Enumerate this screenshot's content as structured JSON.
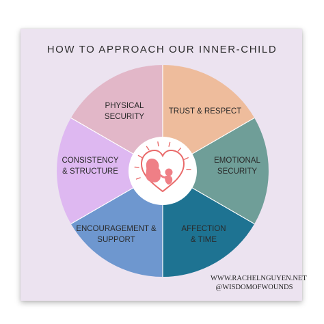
{
  "title": "HOW TO APPROACH OUR INNER-CHILD",
  "segments": [
    {
      "id": "physical-security",
      "lines": [
        "PHYSICAL",
        "SECURITY"
      ],
      "color": "#e2b7c8"
    },
    {
      "id": "trust-respect",
      "lines": [
        "TRUST & RESPECT"
      ],
      "color": "#eebc9c"
    },
    {
      "id": "emotional-security",
      "lines": [
        "EMOTIONAL",
        "SECURITY"
      ],
      "color": "#6f9e98"
    },
    {
      "id": "affection-time",
      "lines": [
        "AFFECTION",
        "& TIME"
      ],
      "color": "#1e7392"
    },
    {
      "id": "encouragement-support",
      "lines": [
        "ENCOURAGEMENT &",
        "SUPPORT"
      ],
      "color": "#6e97cf"
    },
    {
      "id": "consistency-structure",
      "lines": [
        "CONSISTENCY",
        "& STRUCTURE"
      ],
      "color": "#deb8f1"
    }
  ],
  "center": {
    "icon": "mother-child-heart-icon",
    "heart_color": "#e96a6a",
    "figure_color": "#ef7f86"
  },
  "credits": {
    "website": "WWW.RACHELNGUYEN.NET",
    "handle": "@WISDOMOFWOUNDS"
  },
  "colors": {
    "card_background": "#ece3f0",
    "divider": "#ffffff",
    "center_fill": "#ffffff"
  }
}
